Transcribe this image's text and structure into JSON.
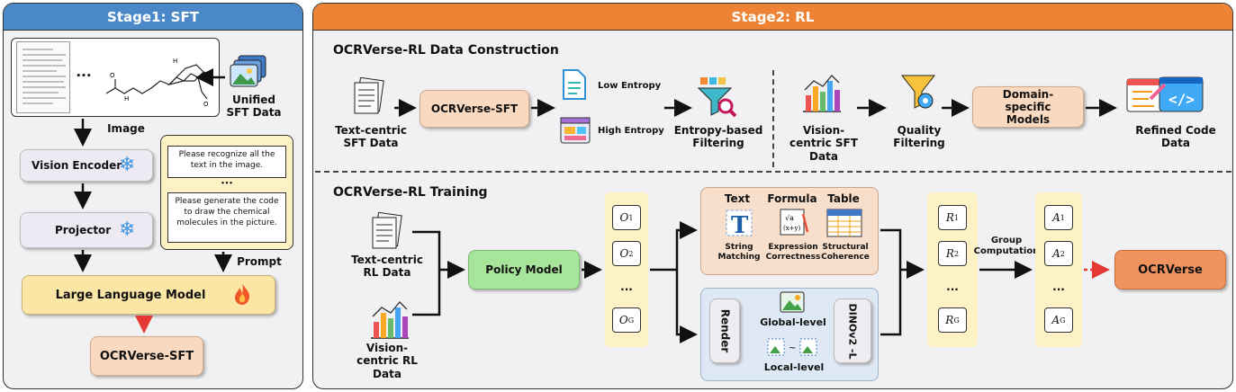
{
  "stage1": {
    "title": "Stage1: SFT",
    "header_color": "#4a88c8",
    "unified_data": "Unified SFT Data",
    "image_label": "Image",
    "ellipsis": "•••",
    "vision_encoder": "Vision Encoder",
    "projector": "Projector",
    "prompt_1": "Please recognize all the text in the image.",
    "prompt_2": "Please generate the code to draw the chemical molecules in the picture.",
    "prompt_label": "Prompt",
    "llm": "Large Language Model",
    "output": "OCRVerse-SFT",
    "frozen_icon": "snowflake-icon",
    "trainable_icon": "fire-icon"
  },
  "stage2": {
    "title": "Stage2: RL",
    "header_color": "#ee8336",
    "construction": {
      "title": "OCRVerse-RL Data Construction",
      "text_centric": "Text-centric SFT Data",
      "sft_model": "OCRVerse-SFT",
      "low_entropy": "Low Entropy",
      "high_entropy": "High Entropy",
      "entropy_filter": "Entropy-based Filtering",
      "vision_centric": "Vision-centric SFT Data",
      "quality_filter": "Quality Filtering",
      "domain_models": "Domain-specific Models",
      "refined": "Refined Code Data"
    },
    "training": {
      "title": "OCRVerse-RL Training",
      "text_rl": "Text-centric RL Data",
      "vision_rl": "Vision-centric RL Data",
      "policy": "Policy Model",
      "outputs": [
        "O",
        "O",
        "...",
        "O"
      ],
      "output_subs": [
        "1",
        "2",
        "",
        "G"
      ],
      "text": "Text",
      "formula": "Formula",
      "table": "Table",
      "string_matching": "String Matching",
      "expression": "Expression Correctness",
      "structural": "Structural Coherence",
      "render": "Render",
      "global": "Global-level",
      "local": "Local-level",
      "dinov2": "DINOv2 -L",
      "rewards": [
        "R",
        "R",
        "...",
        "R"
      ],
      "reward_subs": [
        "1",
        "2",
        "",
        "G"
      ],
      "group": "Group Computation",
      "advantages": [
        "A",
        "A",
        "...",
        "A"
      ],
      "adv_subs": [
        "1",
        "2",
        "",
        "G"
      ],
      "final": "OCRVerse"
    }
  }
}
